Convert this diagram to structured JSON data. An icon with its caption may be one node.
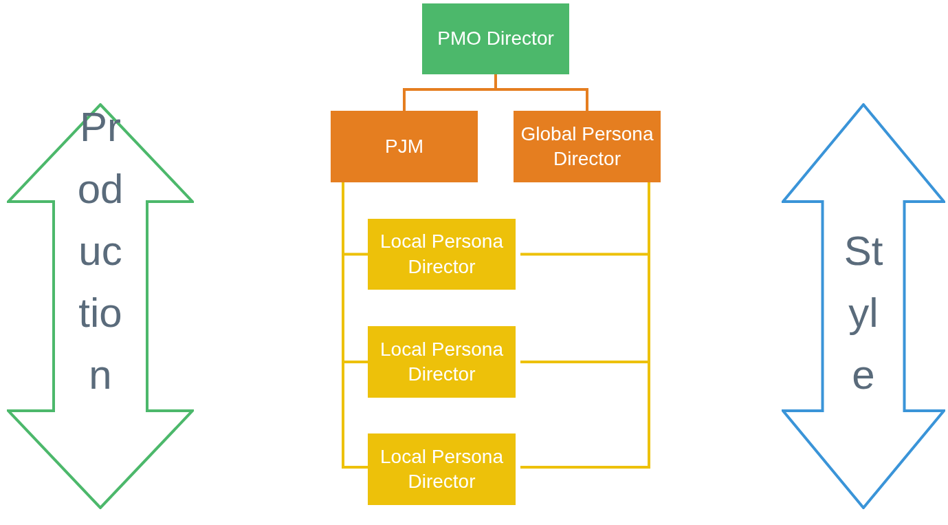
{
  "diagram": {
    "nodes": [
      {
        "text": [
          "PMO Director"
        ]
      },
      {
        "text": [
          "PJM"
        ]
      },
      {
        "text": [
          "Global Persona Director"
        ]
      },
      {
        "text": [
          "Local Persona Director"
        ]
      },
      {
        "text": [
          "Local Persona Director"
        ]
      },
      {
        "text": [
          "Local Persona Director"
        ]
      },
      {
        "text": [
          "Production"
        ]
      },
      {
        "text": [
          "Style"
        ]
      }
    ],
    "edges": [
      {
        "from": 0,
        "to": 1,
        "arrow": "none",
        "color": "#e57e20"
      },
      {
        "from": 0,
        "to": 2,
        "arrow": "none",
        "color": "#e57e20"
      },
      {
        "from": 1,
        "to": 3,
        "arrow": "none"
      },
      {
        "from": 1,
        "to": 4,
        "arrow": "none"
      },
      {
        "from": 1,
        "to": 5,
        "arrow": "none"
      },
      {
        "from": 2,
        "to": 3,
        "arrow": "none"
      },
      {
        "from": 2,
        "to": 4,
        "arrow": "none"
      },
      {
        "from": 2,
        "to": 5,
        "arrow": "none"
      }
    ]
  }
}
